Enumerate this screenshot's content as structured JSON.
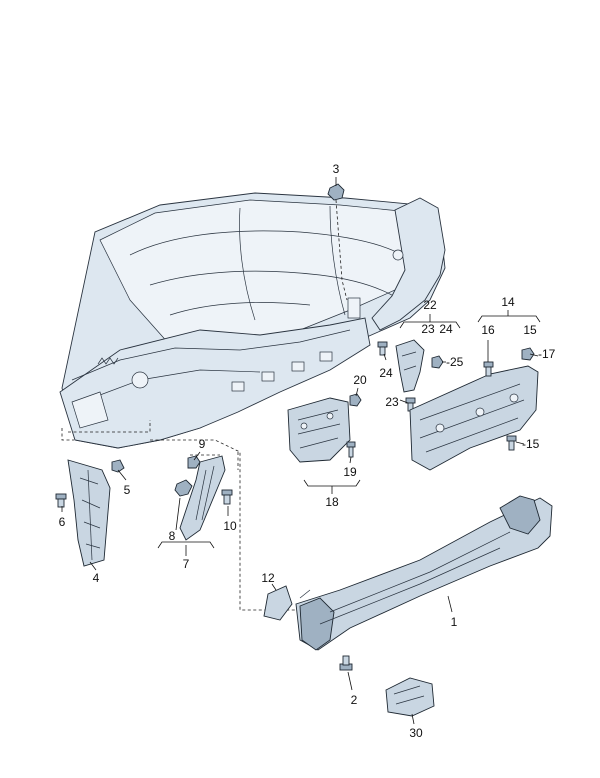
{
  "diagram": {
    "callouts": {
      "p1": "1",
      "p2": "2",
      "p3": "3",
      "p4": "4",
      "p5": "5",
      "p6": "6",
      "p7": "7",
      "p8": "8",
      "p9": "9",
      "p10": "10",
      "p12": "12",
      "p14": "14",
      "p15a": "15",
      "p15b": "-15",
      "p16": "16",
      "p17": "-17",
      "p18": "18",
      "p19": "19",
      "p20": "20",
      "p22": "22",
      "p23a": "23",
      "p23b": "23",
      "p24a": "24",
      "p24b": "24",
      "p25": "-25",
      "p30": "30"
    }
  }
}
